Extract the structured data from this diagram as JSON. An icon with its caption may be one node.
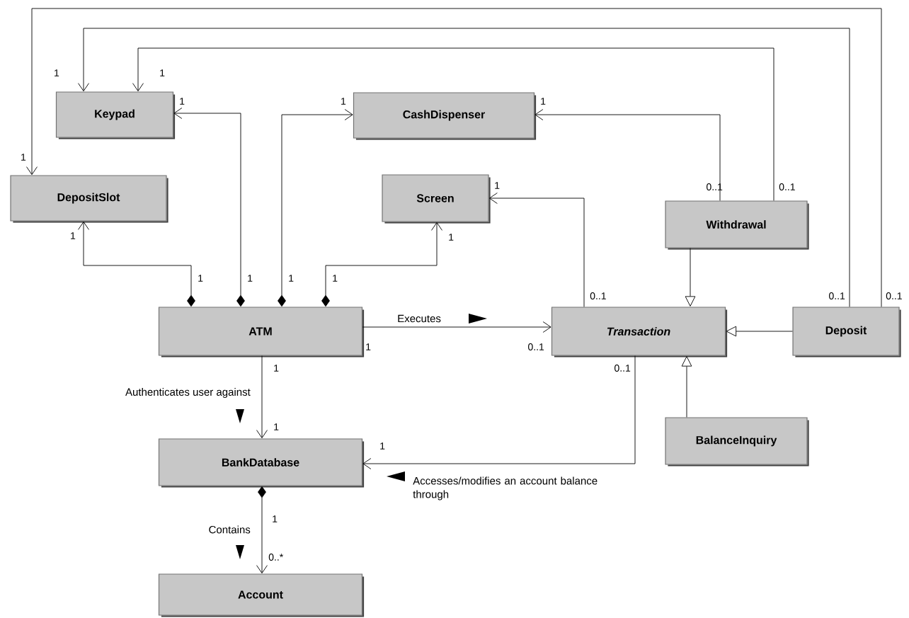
{
  "diagram": {
    "nodes": [
      {
        "text": [
          "Keypad"
        ]
      },
      {
        "text": [
          "CashDispenser"
        ]
      },
      {
        "text": [
          "DepositSlot"
        ]
      },
      {
        "text": [
          "Screen"
        ]
      },
      {
        "text": [
          "Withdrawal"
        ]
      },
      {
        "text": [
          "ATM"
        ]
      },
      {
        "text": [
          "Transaction"
        ]
      },
      {
        "text": [
          "Deposit"
        ]
      },
      {
        "text": [
          "BalanceInquiry"
        ]
      },
      {
        "text": [
          "BankDatabase"
        ]
      },
      {
        "text": [
          "Account"
        ]
      }
    ],
    "edges": [
      {
        "from": 5,
        "to": 2,
        "arrow": "to"
      },
      {
        "from": 5,
        "to": 0,
        "arrow": "to"
      },
      {
        "from": 5,
        "to": 1,
        "arrow": "to"
      },
      {
        "from": 5,
        "to": 3,
        "arrow": "to"
      },
      {
        "from": 5,
        "to": 6,
        "arrow": "to",
        "label": "Executes"
      },
      {
        "from": 5,
        "to": 9,
        "arrow": "to",
        "label": "Authenticates user against"
      },
      {
        "from": 9,
        "to": 10,
        "arrow": "to",
        "label": "Contains"
      },
      {
        "from": 6,
        "to": 9,
        "arrow": "to",
        "label": "Accesses/modifies an account balance through"
      },
      {
        "from": 6,
        "to": 3,
        "arrow": "to"
      },
      {
        "from": 4,
        "to": 1,
        "arrow": "to"
      },
      {
        "from": 4,
        "to": 0,
        "arrow": "to"
      },
      {
        "from": 7,
        "to": 0,
        "arrow": "to"
      },
      {
        "from": 7,
        "to": 2,
        "arrow": "to"
      },
      {
        "from": 4,
        "to": 6,
        "arrow": "to"
      },
      {
        "from": 7,
        "to": 6,
        "arrow": "to"
      },
      {
        "from": 8,
        "to": 6,
        "arrow": "to"
      }
    ],
    "labels": [
      "1",
      "1",
      "1",
      "1",
      "1",
      "1",
      "1",
      "0..1",
      "0..1",
      "1",
      "1",
      "1",
      "1",
      "1",
      "1",
      "0..1",
      "0..1",
      "0..1",
      "1",
      "0..1",
      "1",
      "0..1",
      "1",
      "1",
      "1",
      "0..*"
    ]
  }
}
